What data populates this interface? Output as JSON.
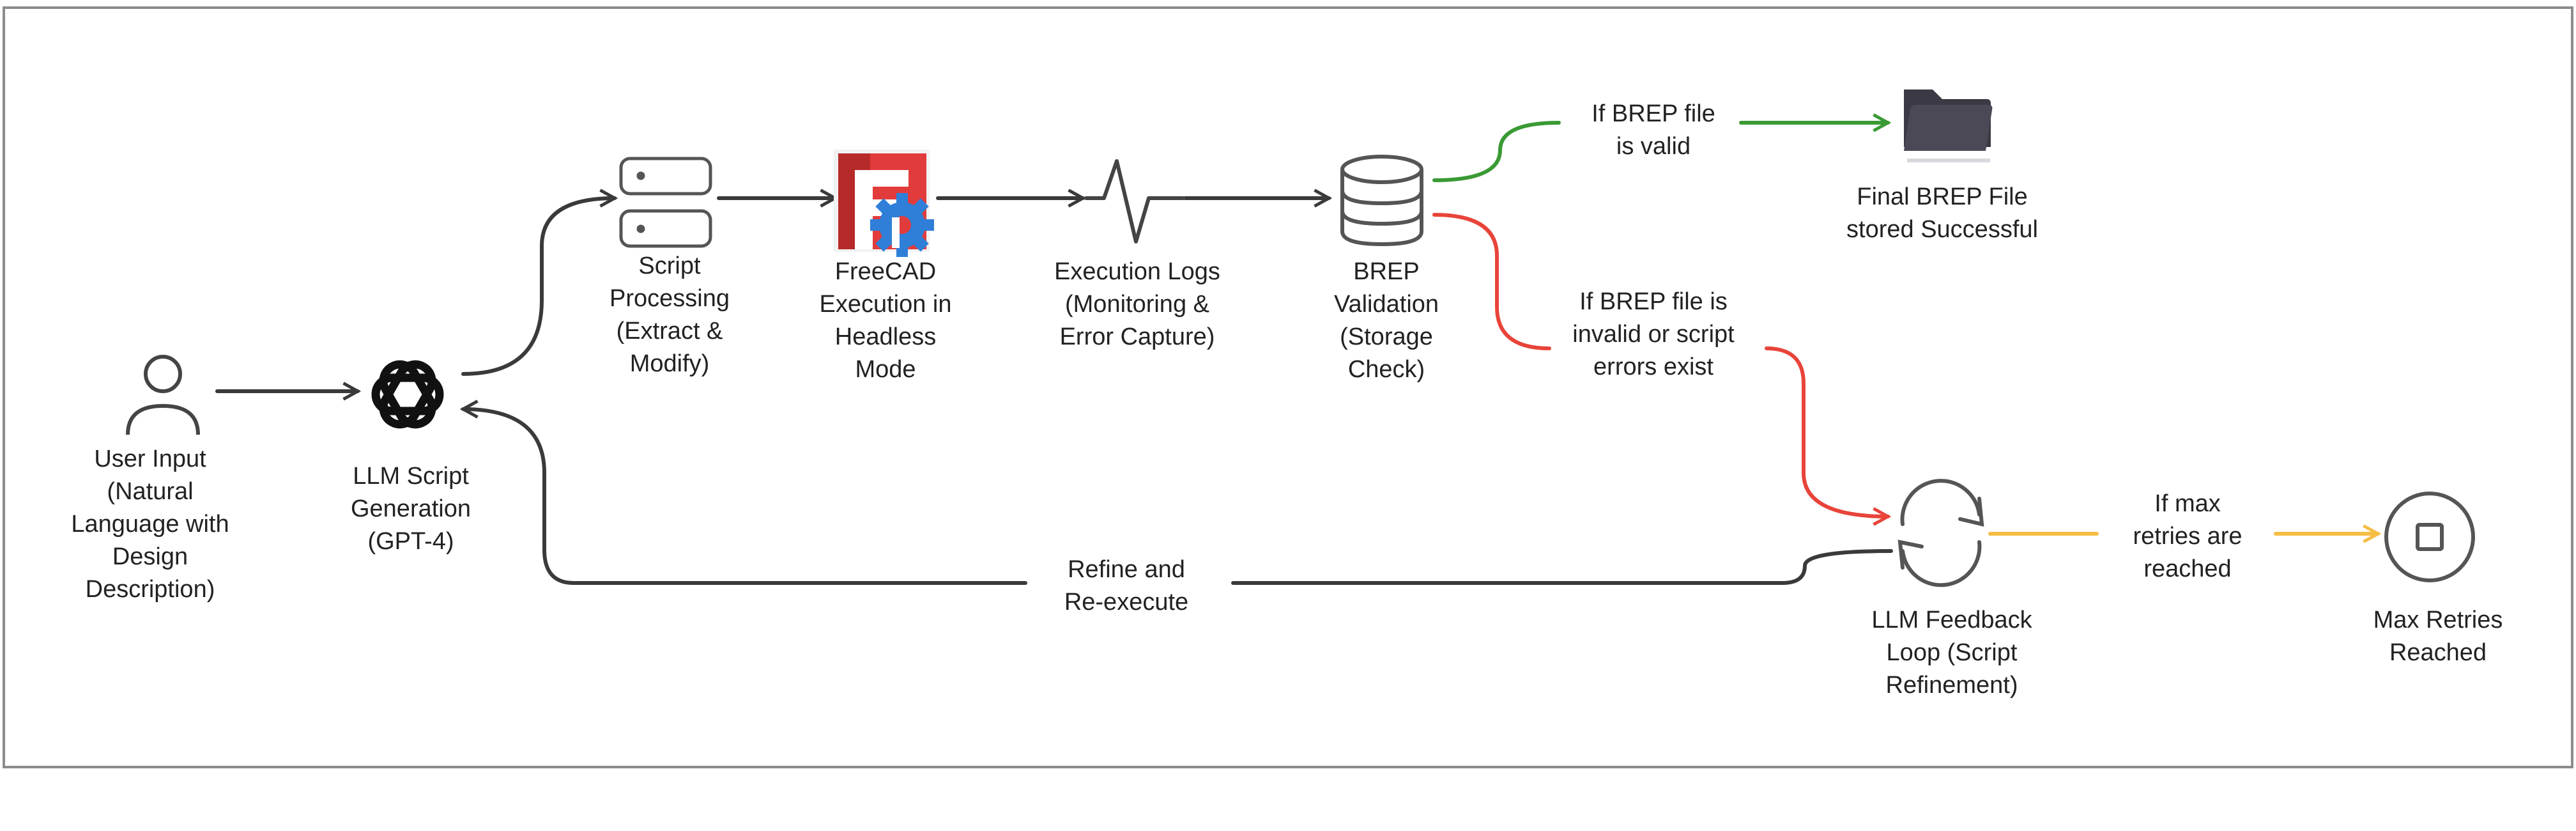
{
  "nodes": {
    "user_input": {
      "lines": [
        "User Input",
        "(Natural",
        "Language with",
        "Design",
        "Description)"
      ]
    },
    "llm_script_generation": {
      "lines": [
        "LLM Script",
        "Generation",
        "(GPT-4)"
      ]
    },
    "script_processing": {
      "lines": [
        "Script",
        "Processing",
        "(Extract &",
        "Modify)"
      ]
    },
    "freecad_execution": {
      "lines": [
        "FreeCAD",
        "Execution in",
        "Headless",
        "Mode"
      ]
    },
    "execution_logs": {
      "lines": [
        "Execution Logs",
        "(Monitoring &",
        "Error Capture)"
      ]
    },
    "brep_validation": {
      "lines": [
        "BREP",
        "Validation",
        "(Storage",
        "Check)"
      ]
    },
    "final_brep_file": {
      "lines": [
        "Final BREP File",
        "stored Successful"
      ]
    },
    "llm_feedback_loop": {
      "lines": [
        "LLM Feedback",
        "Loop (Script",
        "Refinement)"
      ]
    },
    "max_retries": {
      "lines": [
        "Max Retries",
        "Reached"
      ]
    }
  },
  "edge_labels": {
    "valid": [
      "If BREP file",
      "is valid"
    ],
    "invalid": [
      "If BREP file is",
      "invalid or script",
      "errors exist"
    ],
    "max_retries": [
      "If max",
      "retries are",
      "reached"
    ],
    "refine": [
      "Refine and",
      "Re-execute"
    ]
  },
  "icons": {
    "user_input": "person-icon",
    "llm_script_generation": "openai-logo-icon",
    "script_processing": "server-icon",
    "freecad_execution": "freecad-logo-icon",
    "execution_logs": "pulse-icon",
    "brep_validation": "database-icon",
    "final_brep_file": "folder-icon",
    "llm_feedback_loop": "refresh-icon",
    "max_retries": "stop-icon"
  },
  "colors": {
    "default_edge": "#3a3a3a",
    "valid_edge": "#3a9a34",
    "invalid_edge": "#e8443a",
    "retry_edge": "#f6bd45",
    "frame": "#8c8c8c"
  }
}
